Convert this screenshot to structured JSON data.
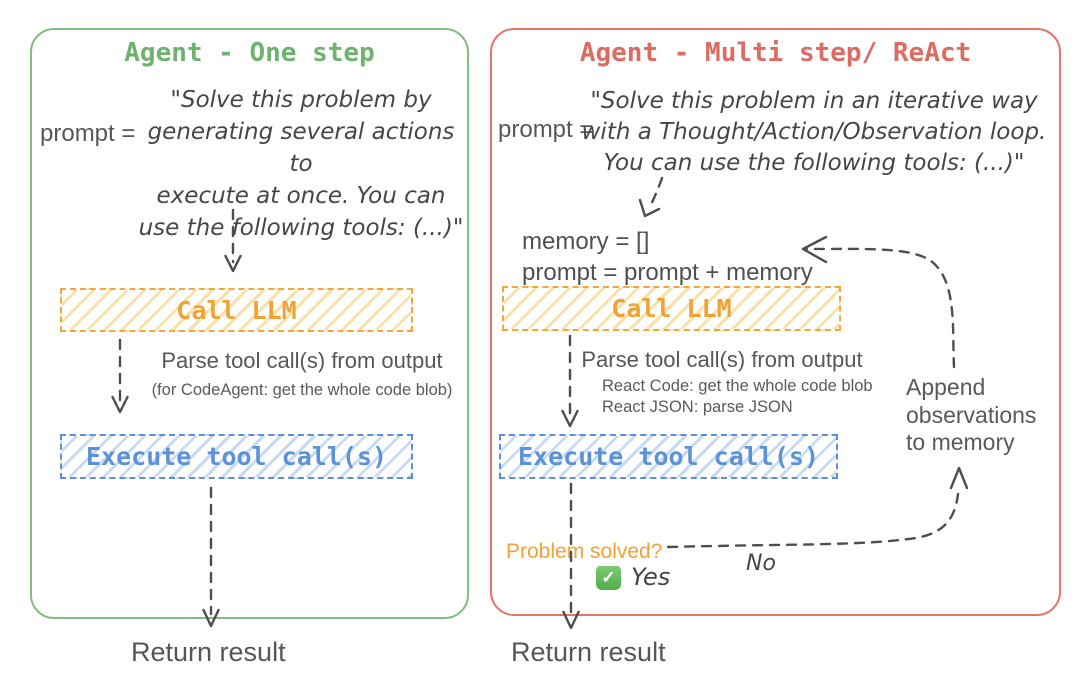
{
  "colors": {
    "panel_green": "#83bd83",
    "panel_red": "#e4756c",
    "llm_orange": "#f1a73d",
    "execute_blue": "#5c8fd6",
    "problem_orange": "#f2a234",
    "arrow_gray": "#4e4e4e",
    "check_green": "#4fae4b"
  },
  "left_panel": {
    "title": "Agent - One step",
    "prompt_label": "prompt =",
    "prompt_lines": [
      "\"Solve this problem by",
      "generating several actions to",
      "execute at once. You can",
      "use the following tools: (...)\""
    ],
    "call_llm_label": "Call LLM",
    "parse_caption": "Parse tool call(s) from output",
    "parse_subcaption": "(for CodeAgent: get the whole code blob)",
    "execute_label": "Execute tool call(s)",
    "return_label": "Return result"
  },
  "right_panel": {
    "title": "Agent - Multi step/ ReAct",
    "prompt_label": "prompt =",
    "prompt_lines": [
      "\"Solve this problem in an iterative way",
      "with a Thought/Action/Observation loop.",
      "You can use the following tools: (...)\""
    ],
    "memory_init": "memory = []",
    "prompt_update": "prompt = prompt + memory",
    "call_llm_label": "Call LLM",
    "parse_caption": "Parse tool call(s) from output",
    "parse_sub_lines": [
      "React Code: get the whole code blob",
      "React JSON: parse JSON"
    ],
    "execute_label": "Execute tool call(s)",
    "problem_solved_label": "Problem solved?",
    "yes_label": "Yes",
    "no_label": "No",
    "append_label_lines": [
      "Append",
      "observations",
      "to memory"
    ],
    "return_label": "Return result"
  },
  "icons": {
    "yes_checkbox_glyph": "✓"
  }
}
